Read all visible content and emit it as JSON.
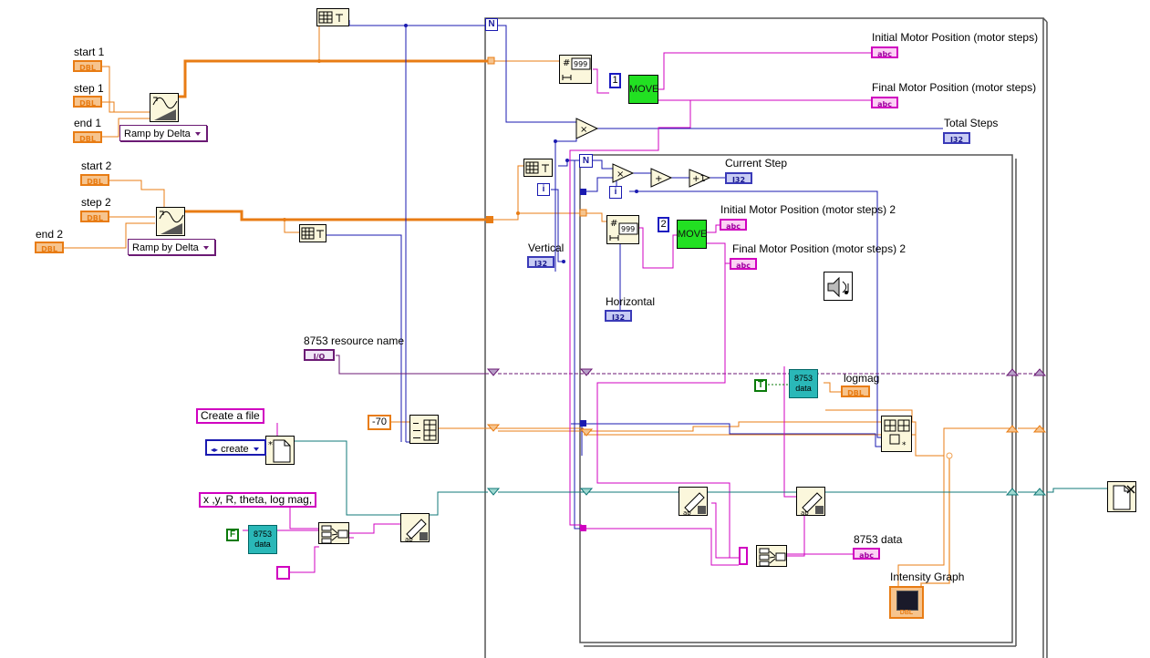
{
  "controls": {
    "start1": {
      "label": "start 1",
      "type": "DBL"
    },
    "step1": {
      "label": "step 1",
      "type": "DBL"
    },
    "end1": {
      "label": "end 1",
      "type": "DBL"
    },
    "start2": {
      "label": "start 2",
      "type": "DBL"
    },
    "step2": {
      "label": "step 2",
      "type": "DBL"
    },
    "end2": {
      "label": "end 2",
      "type": "DBL"
    },
    "resource": {
      "label": "8753 resource name",
      "type": "I/O"
    }
  },
  "enums": {
    "ramp1": "Ramp by Delta",
    "ramp2": "Ramp by Delta",
    "create": "create"
  },
  "constants": {
    "create_file": "Create a file",
    "header": "x ,y, R, theta, log mag,",
    "neg70": "-70",
    "one": "1",
    "two": "2",
    "false": "F",
    "true": "T",
    "nine": "999",
    "hash": "#"
  },
  "indicators": {
    "initial_motor": {
      "label": "Initial Motor Position (motor steps)",
      "type": "abc"
    },
    "final_motor": {
      "label": "Final Motor Position (motor steps)",
      "type": "abc"
    },
    "total_steps": {
      "label": "Total Steps",
      "type": "I32"
    },
    "current_step": {
      "label": "Current Step",
      "type": "I32"
    },
    "initial_motor2": {
      "label": "Initial Motor Position (motor steps) 2",
      "type": "abc"
    },
    "final_motor2": {
      "label": "Final Motor Position (motor steps) 2",
      "type": "abc"
    },
    "vertical": {
      "label": "Vertical",
      "type": "I32"
    },
    "horizontal": {
      "label": "Horizontal",
      "type": "I32"
    },
    "logmag": {
      "label": "logmag",
      "type": "DBL"
    },
    "data8753": {
      "label": "8753 data",
      "type": "abc"
    },
    "intensity": {
      "label": "Intensity Graph",
      "type": "DBL"
    }
  },
  "nodes": {
    "move1": "MOVE",
    "move2": "MOVE",
    "data_sub1": "8753\ndata",
    "data_sub2": "8753\ndata"
  },
  "loop": {
    "count_terminal": "N",
    "iteration_terminal": "i"
  },
  "colors": {
    "dbl": "#e87c14",
    "int": "#1a1ab0",
    "str": "#d000c0",
    "refnum": "#6b1a74",
    "file": "#127878",
    "bool": "#0a7a0a"
  }
}
